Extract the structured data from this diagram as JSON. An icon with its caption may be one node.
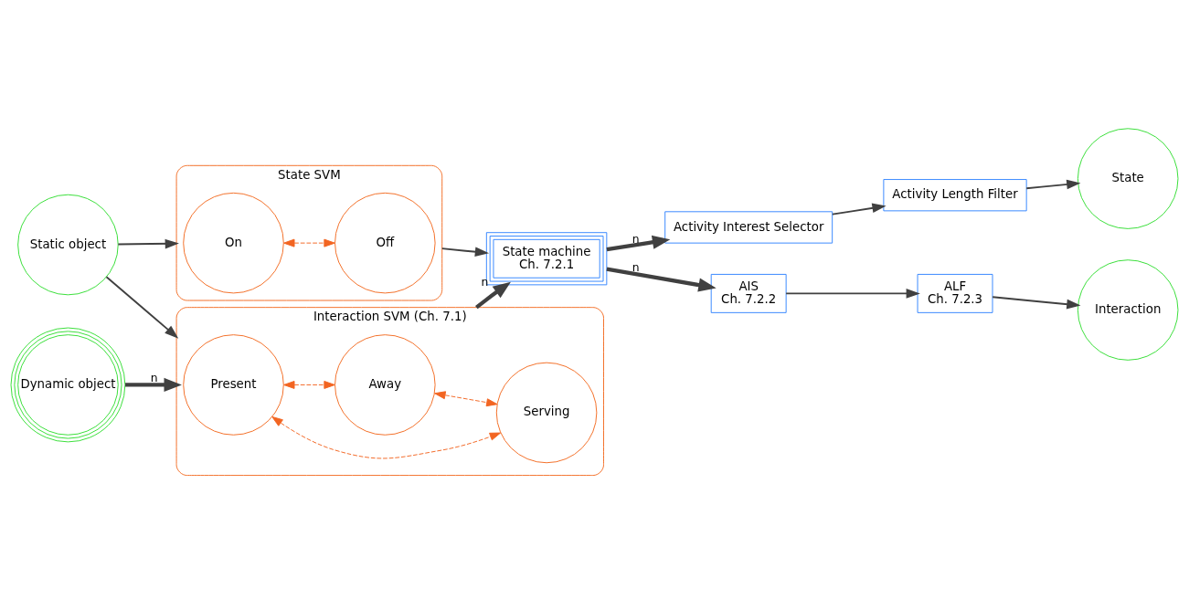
{
  "diagram": {
    "nodes": [
      {
        "text": [
          "Static object"
        ]
      },
      {
        "text": [
          "State SVM"
        ]
      },
      {
        "text": [
          "On"
        ],
        "in": 1
      },
      {
        "text": [
          "Off"
        ],
        "in": 1
      },
      {
        "text": [
          "Dynamic object"
        ]
      },
      {
        "text": [
          "Interaction SVM (Ch. 7.1)"
        ]
      },
      {
        "text": [
          "Present"
        ],
        "in": 5
      },
      {
        "text": [
          "Serving"
        ],
        "in": 5
      },
      {
        "text": [
          "Away"
        ],
        "in": 5
      },
      {
        "text": [
          "State machine",
          "Ch. 7.2.1"
        ]
      },
      {
        "text": [
          "Activity Interest Selector"
        ]
      },
      {
        "text": [
          "Activity Length Filter"
        ]
      },
      {
        "text": [
          "State"
        ]
      },
      {
        "text": [
          "AIS",
          "Ch. 7.2.2"
        ]
      },
      {
        "text": [
          "ALF",
          "Ch. 7.2.3"
        ]
      },
      {
        "text": [
          "Interaction"
        ]
      }
    ],
    "edges": [
      {
        "from": 0,
        "to": 1,
        "arrow": "to"
      },
      {
        "from": 0,
        "to": 5,
        "arrow": "to"
      },
      {
        "from": 2,
        "to": 3,
        "arrow": "both",
        "style": "dashed",
        "color": "#f26522"
      },
      {
        "from": 4,
        "to": 5,
        "arrow": "to",
        "style": "thick",
        "label": "n"
      },
      {
        "from": 6,
        "to": 7,
        "arrow": "both",
        "style": "dashed",
        "color": "#f26522"
      },
      {
        "from": 6,
        "to": 8,
        "arrow": "both",
        "style": "dashed",
        "color": "#f26522"
      },
      {
        "from": 8,
        "to": 7,
        "arrow": "both",
        "style": "dashed",
        "color": "#f26522"
      },
      {
        "from": 1,
        "to": 9,
        "arrow": "to"
      },
      {
        "from": 5,
        "to": 9,
        "arrow": "to",
        "style": "thick",
        "label": "n"
      },
      {
        "from": 9,
        "to": 10,
        "arrow": "to",
        "style": "thick",
        "label": "n"
      },
      {
        "from": 9,
        "to": 13,
        "arrow": "to",
        "style": "thick",
        "label": "n"
      },
      {
        "from": 10,
        "to": 11,
        "arrow": "to"
      },
      {
        "from": 11,
        "to": 12,
        "arrow": "to"
      },
      {
        "from": 13,
        "to": 14,
        "arrow": "to"
      },
      {
        "from": 14,
        "to": 15,
        "arrow": "to"
      }
    ]
  }
}
